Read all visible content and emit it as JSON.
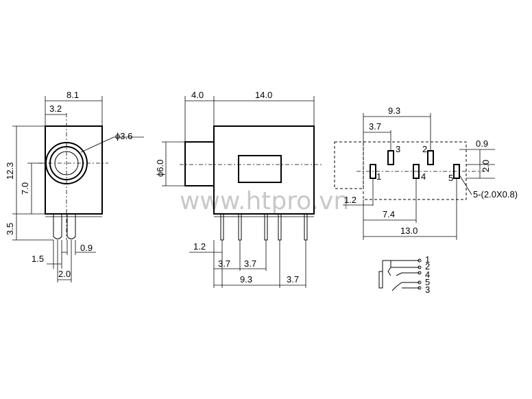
{
  "watermark": "www.htpro.vn",
  "front_view": {
    "width": "8.1",
    "hole_offset": "3.2",
    "hole_dia": "ϕ3.6",
    "height": "12.3",
    "hole_height": "7.0",
    "pin_len": "3.5",
    "pin_width": "1.5",
    "pin_gap": "0.9",
    "pin_pitch": "2.0"
  },
  "side_view": {
    "nose_len": "4.0",
    "body_len": "14.0",
    "nose_dia": "ϕ6.0",
    "pin_offset": "1.2",
    "pitch1": "3.7",
    "pitch2": "3.7",
    "span": "9.3",
    "pitch3": "3.7"
  },
  "bottom_view": {
    "span": "9.3",
    "pitch": "3.7",
    "pad_w": "0.9",
    "pad_h": "2.0",
    "offset": "1.2",
    "mid": "7.4",
    "total": "13.0",
    "slot_note": "5-(2.0X0.8)",
    "pad_labels": [
      "1",
      "2",
      "3",
      "4",
      "5"
    ]
  },
  "schematic": {
    "pins": [
      "1",
      "2",
      "4",
      "5",
      "3"
    ]
  }
}
